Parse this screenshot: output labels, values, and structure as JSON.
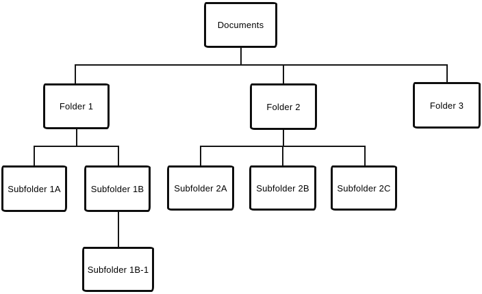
{
  "diagram": {
    "type": "tree",
    "root": "Documents",
    "edges": [
      [
        "Documents",
        "Folder 1"
      ],
      [
        "Documents",
        "Folder 2"
      ],
      [
        "Documents",
        "Folder 3"
      ],
      [
        "Folder 1",
        "Subfolder 1A"
      ],
      [
        "Folder 1",
        "Subfolder 1B"
      ],
      [
        "Folder 2",
        "Subfolder 2A"
      ],
      [
        "Folder 2",
        "Subfolder 2B"
      ],
      [
        "Folder 2",
        "Subfolder 2C"
      ],
      [
        "Subfolder 1B",
        "Subfolder 1B-1"
      ]
    ],
    "colors": {
      "stroke": "#0d0d0d",
      "connector": "#141414",
      "background": "#ffffff",
      "text": "#000000"
    }
  },
  "nodes": {
    "documents": {
      "label": "Documents"
    },
    "folder1": {
      "label": "Folder 1"
    },
    "folder2": {
      "label": "Folder 2"
    },
    "folder3": {
      "label": "Folder 3"
    },
    "sub1a": {
      "label": "Subfolder 1A"
    },
    "sub1b": {
      "label": "Subfolder 1B"
    },
    "sub2a": {
      "label": "Subfolder 2A"
    },
    "sub2b": {
      "label": "Subfolder 2B"
    },
    "sub2c": {
      "label": "Subfolder 2C"
    },
    "sub1b1": {
      "label": "Subfolder 1B-1"
    }
  }
}
